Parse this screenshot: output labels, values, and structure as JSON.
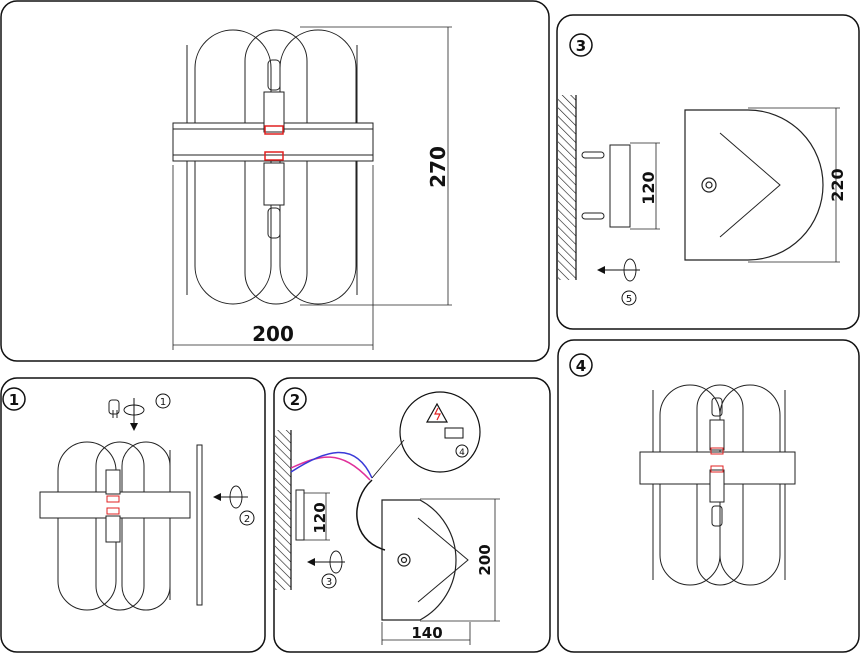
{
  "panels": {
    "overview": {
      "width_label": "200",
      "height_label": "270"
    },
    "step1": {
      "badge": "1",
      "marker_a": "1",
      "marker_b": "2"
    },
    "step2": {
      "badge": "2",
      "spacing_label": "120",
      "marker": "3",
      "marker_b": "4",
      "plate_height_label": "200",
      "plate_width_label": "140"
    },
    "step3": {
      "badge": "3",
      "spacing_label": "120",
      "plate_height_label": "220",
      "marker": "5"
    },
    "step4": {
      "badge": "4"
    }
  },
  "colors": {
    "line": "#111111",
    "wire_pink": "#e0309a",
    "wire_blue": "#3a3ad8",
    "accent_red": "#e02020"
  }
}
